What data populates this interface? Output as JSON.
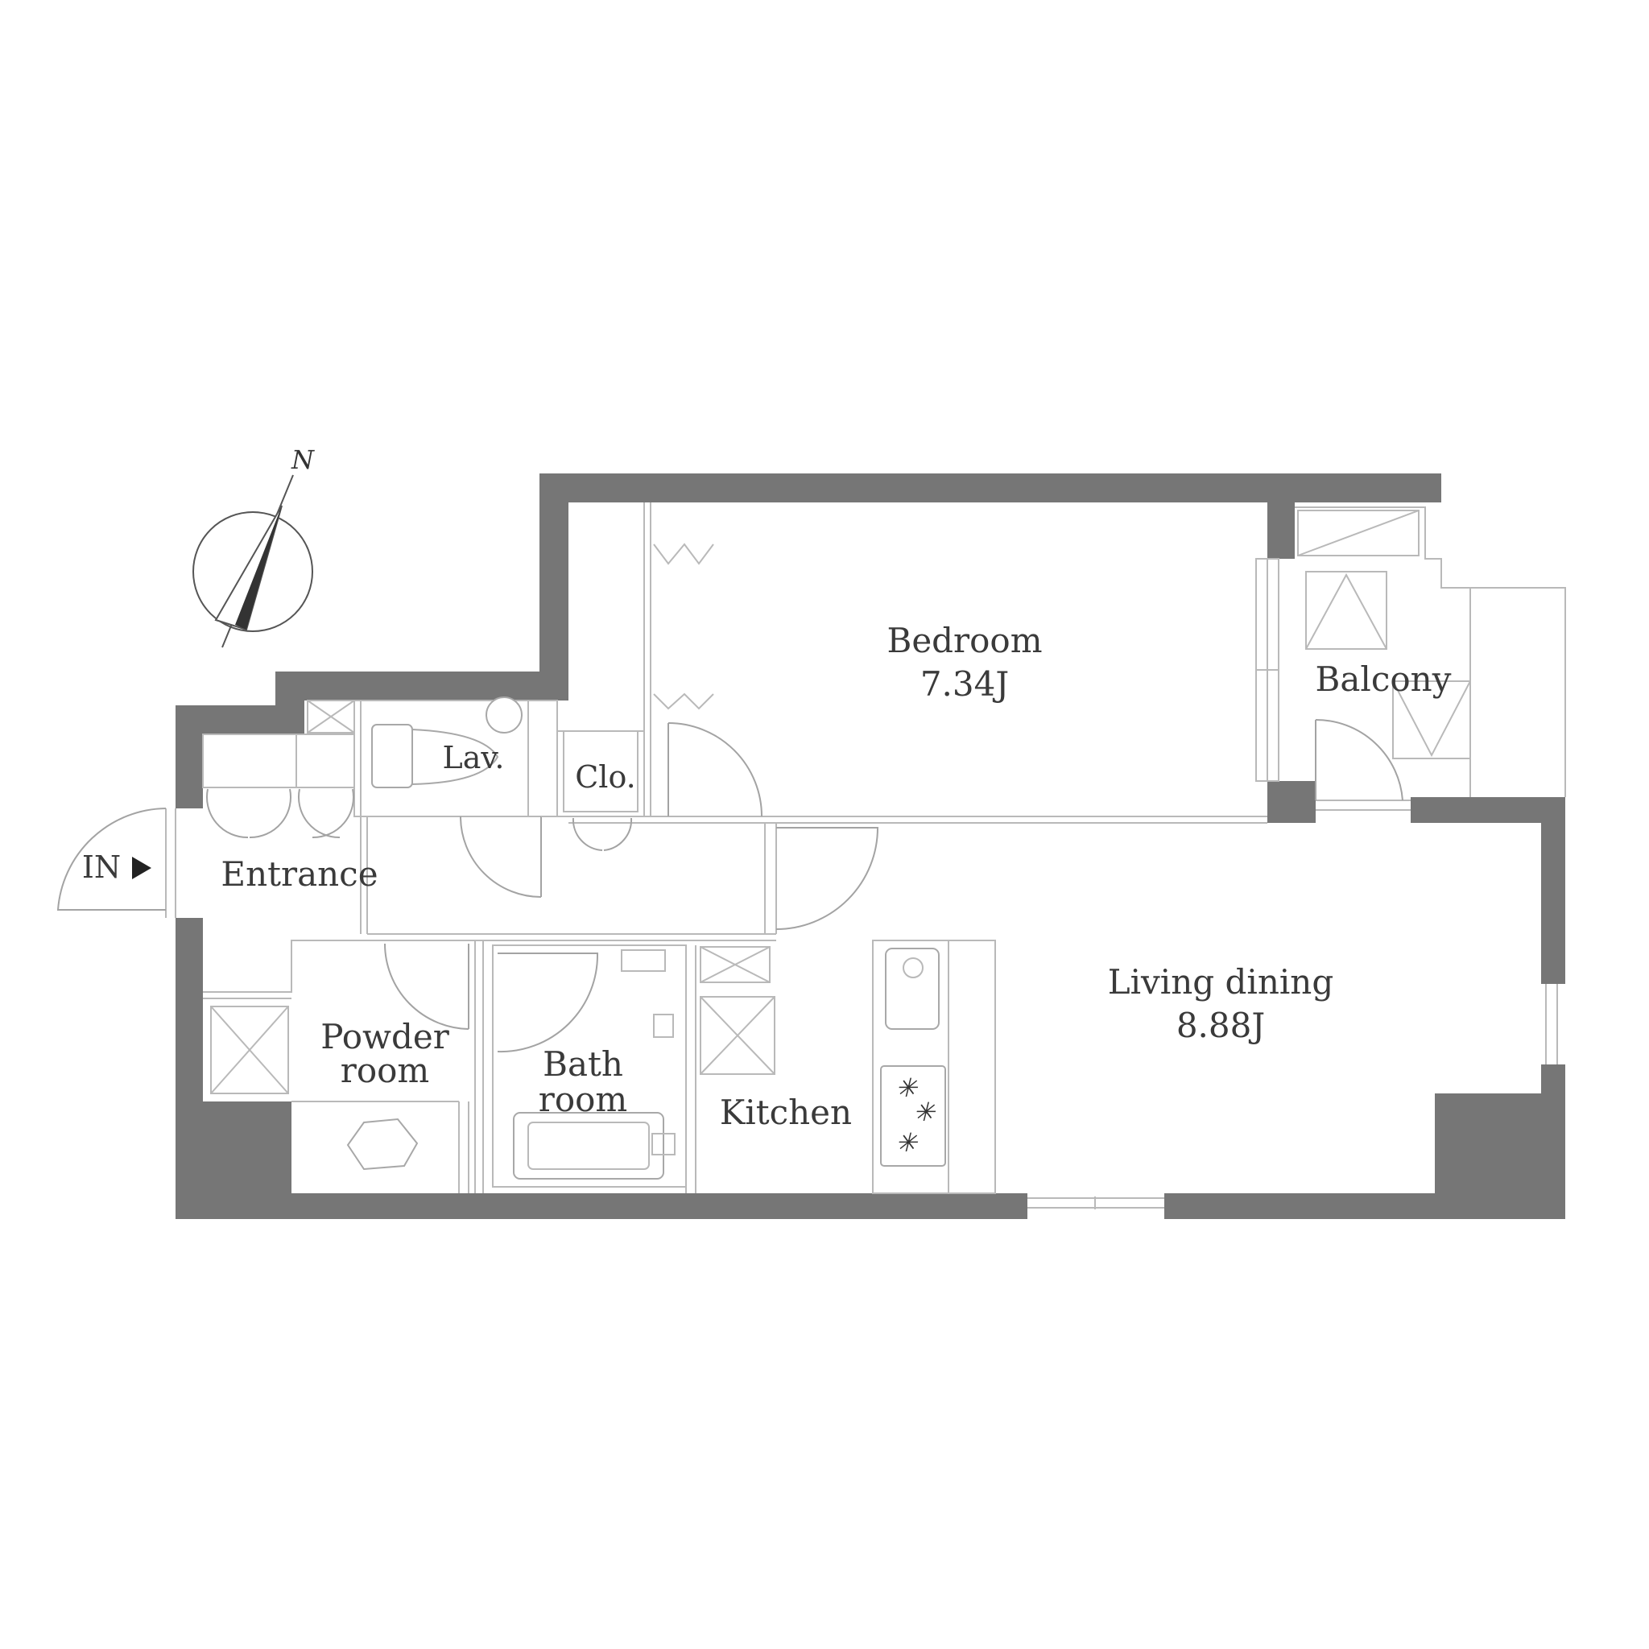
{
  "rooms": {
    "bedroom": {
      "name": "Bedroom",
      "size": "7.34J"
    },
    "balcony": {
      "name": "Balcony"
    },
    "lav": {
      "name": "Lav."
    },
    "closet": {
      "name": "Clo."
    },
    "entrance": {
      "name": "Entrance"
    },
    "living": {
      "name": "Living dining",
      "size": "8.88J"
    },
    "powder": {
      "line1": "Powder",
      "line2": "room"
    },
    "bath": {
      "line1": "Bath",
      "line2": "room"
    },
    "kitchen": {
      "name": "Kitchen"
    }
  },
  "entry_label": "IN",
  "compass": {
    "north_label": "N"
  },
  "colors": {
    "wall": "#767676",
    "line": "#b9b9b9",
    "text": "#3a3a3a"
  }
}
